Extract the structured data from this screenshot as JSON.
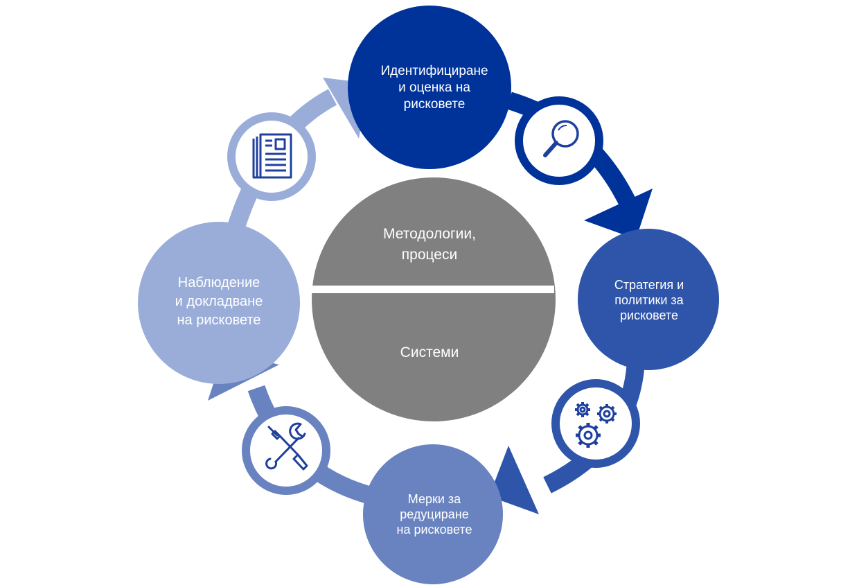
{
  "center": {
    "top_line1": "Методологии,",
    "top_line2": "процеси",
    "bottom": "Системи"
  },
  "stages": [
    {
      "lines": [
        "Идентифициране",
        "и оценка на",
        "рисковете"
      ],
      "color": "#00339a"
    },
    {
      "lines": [
        "Стратегия и",
        "политики за",
        "рисковете"
      ],
      "color": "#2f55aa"
    },
    {
      "lines": [
        "Мерки за",
        "редуциране",
        "на рисковете"
      ],
      "color": "#6983c0"
    },
    {
      "lines": [
        "Наблюдение",
        "и докладване",
        "на рисковете"
      ],
      "color": "#9aadd9"
    }
  ],
  "icons": {
    "magnifier": "magnifier-icon",
    "gears": "gears-icon",
    "tools": "wrench-screwdriver-icon",
    "document": "document-icon"
  },
  "colors": {
    "center_circle": "#808080",
    "icon_stroke": "#1e3f9e",
    "arc_identify_to_strategy": "#00339a",
    "arc_strategy_to_measures": "#2f55aa",
    "arc_measures_to_monitoring": "#6983c0",
    "arc_monitoring_to_identify": "#9aadd9"
  }
}
